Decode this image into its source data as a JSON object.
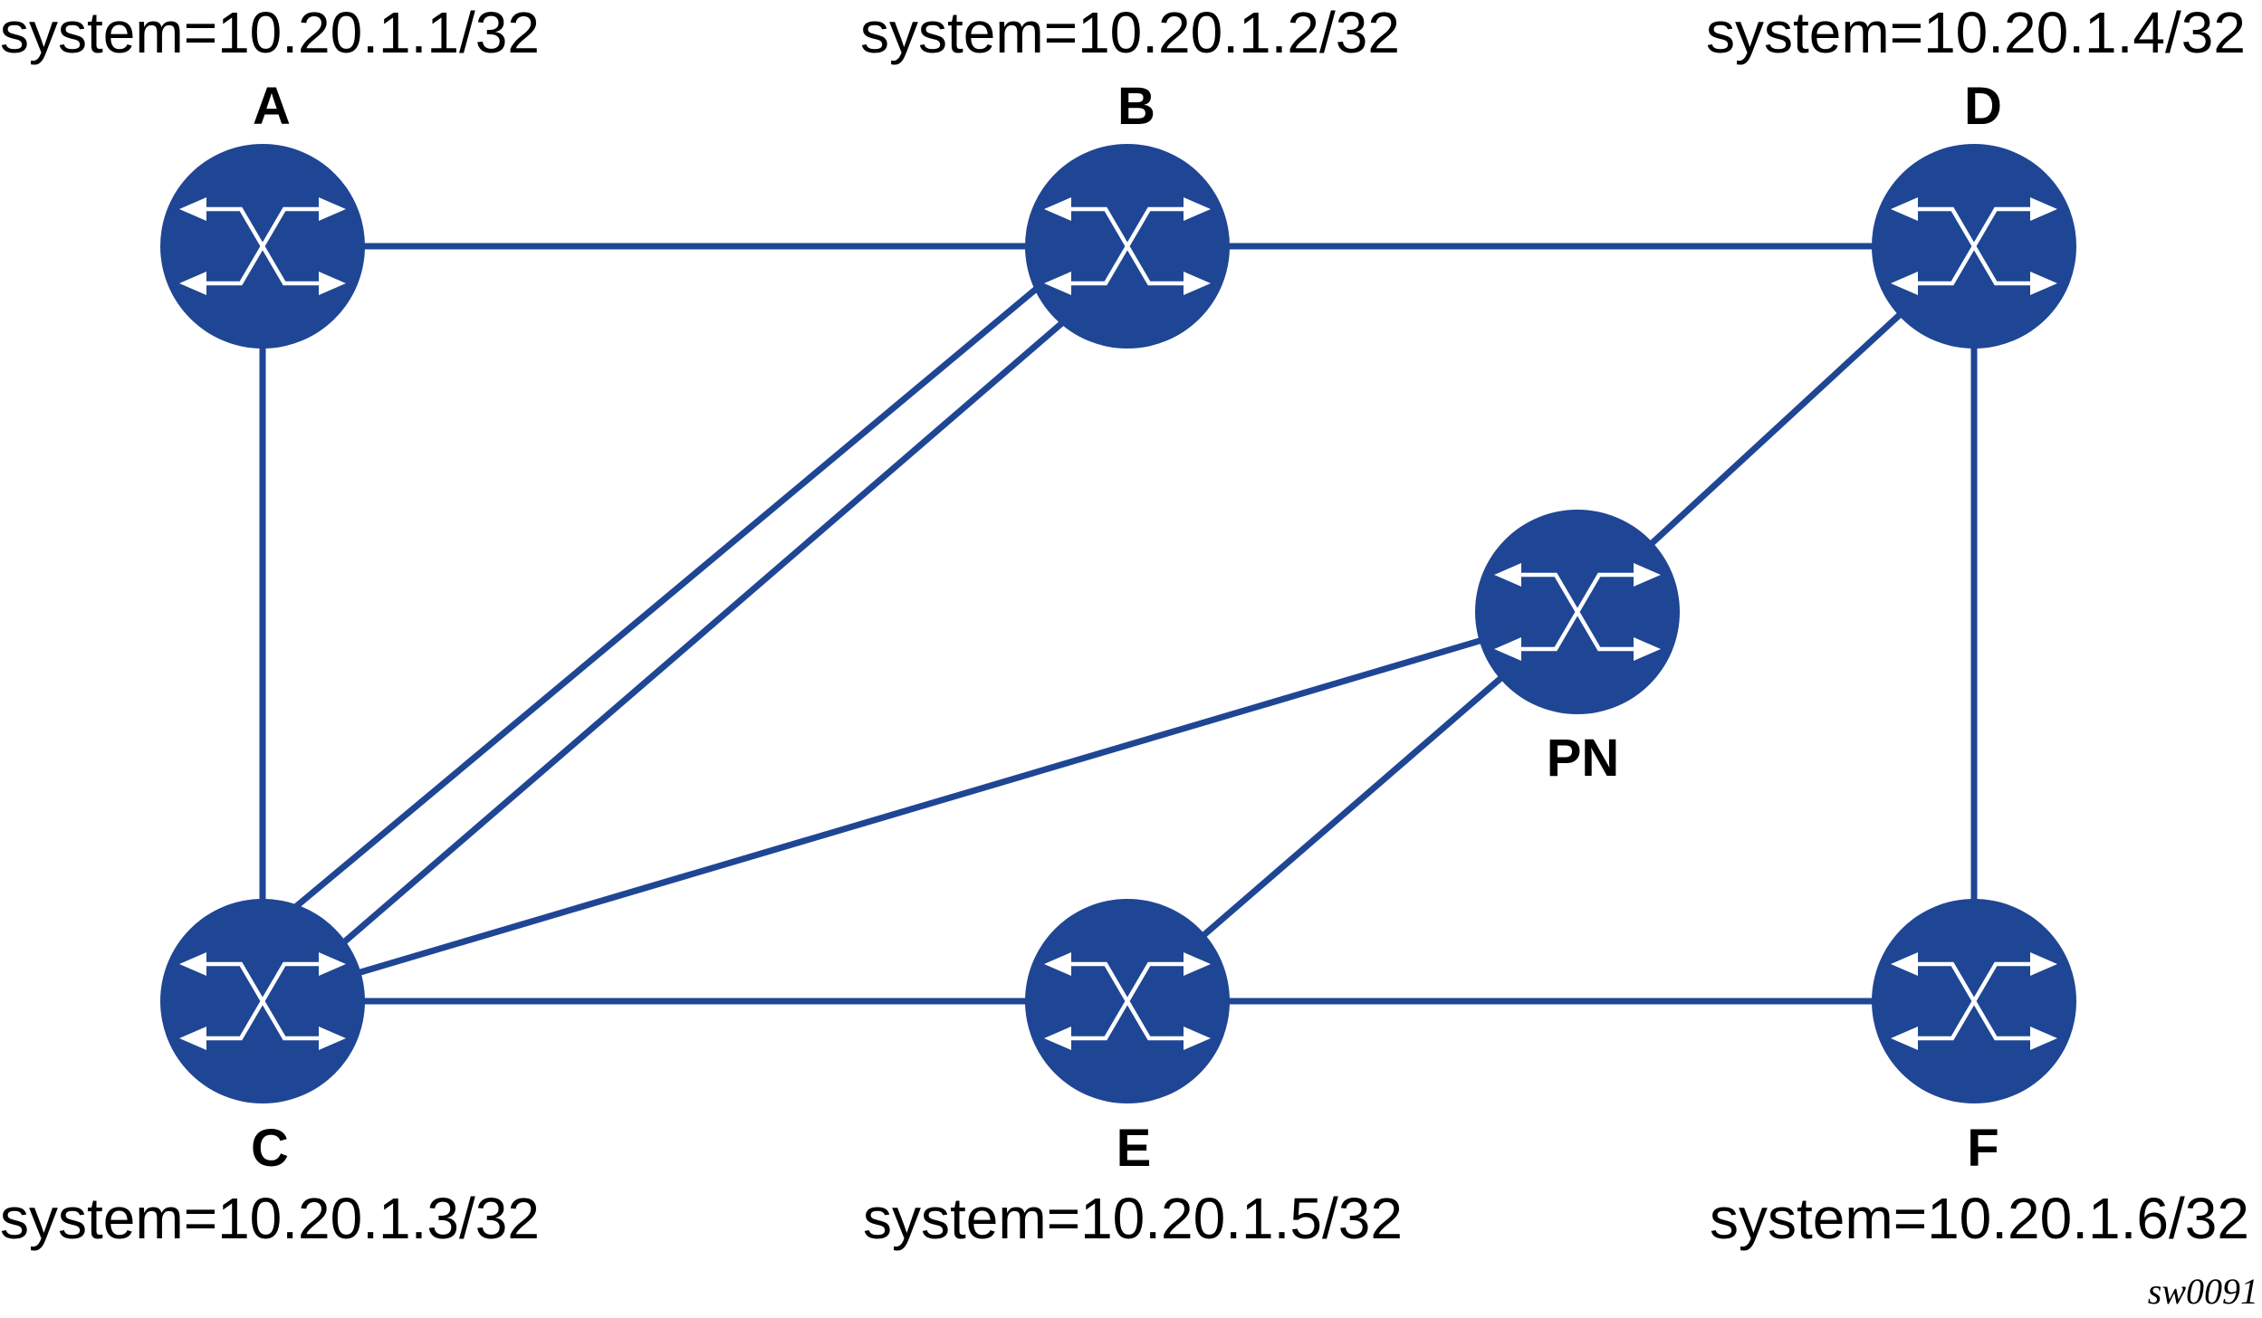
{
  "colors": {
    "router": "#1f4694",
    "link": "#1f4694",
    "icon": "#ffffff"
  },
  "nodes": {
    "A": {
      "name": "A",
      "system": "system=10.20.1.1/32"
    },
    "B": {
      "name": "B",
      "system": "system=10.20.1.2/32"
    },
    "D": {
      "name": "D",
      "system": "system=10.20.1.4/32"
    },
    "PN": {
      "name": "PN"
    },
    "C": {
      "name": "C",
      "system": "system=10.20.1.3/32"
    },
    "E": {
      "name": "E",
      "system": "system=10.20.1.5/32"
    },
    "F": {
      "name": "F",
      "system": "system=10.20.1.6/32"
    }
  },
  "links": [
    [
      "A",
      "B"
    ],
    [
      "B",
      "D"
    ],
    [
      "A",
      "C"
    ],
    [
      "C",
      "B"
    ],
    [
      "C",
      "B"
    ],
    [
      "D",
      "PN"
    ],
    [
      "D",
      "F"
    ],
    [
      "C",
      "PN"
    ],
    [
      "PN",
      "E"
    ],
    [
      "C",
      "E"
    ],
    [
      "E",
      "F"
    ]
  ],
  "figure_id": "sw0091",
  "router_icon": "router-switch-icon"
}
